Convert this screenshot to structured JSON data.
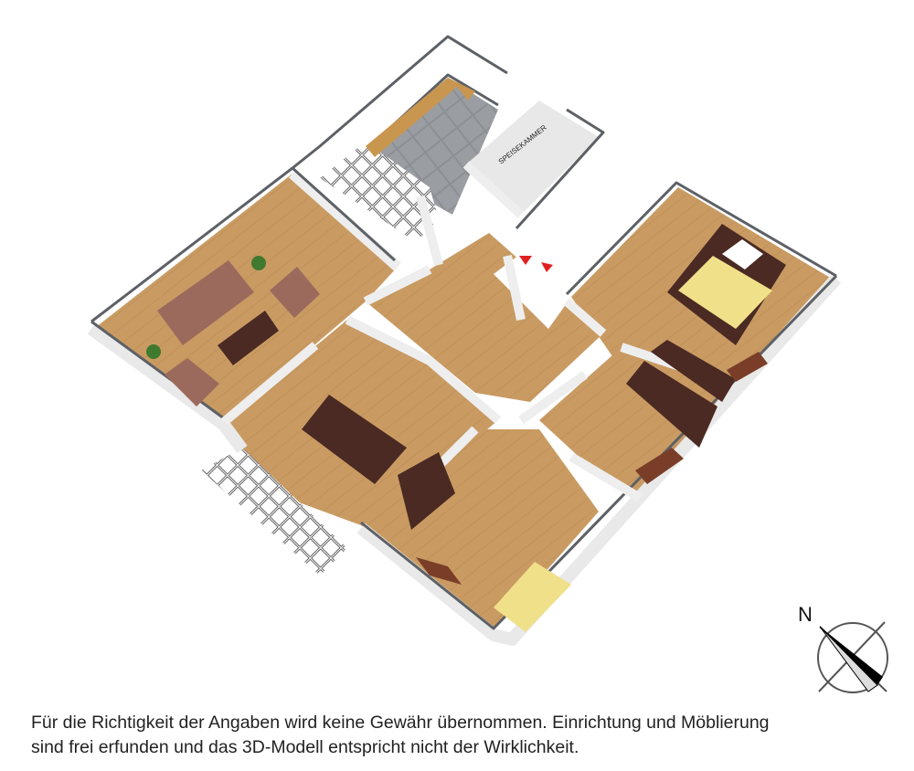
{
  "plan": {
    "room_labels": [
      "SPEISEKAMMER"
    ],
    "colors": {
      "wood": "#c89a62",
      "tile": "#8a8d90",
      "wall": "#f2f2f2",
      "wall_top": "#5d6166",
      "furniture_dark": "#4a2a22",
      "sofa": "#9c6a5c",
      "bed": "#f0e08a",
      "entry_arrow": "#e02020"
    }
  },
  "compass": {
    "label": "N"
  },
  "disclaimer": {
    "line1": "Für die Richtigkeit der Angaben wird keine Gewähr übernommen. Einrichtung und Möblierung",
    "line2": "sind frei erfunden und das 3D-Modell entspricht nicht der Wirklichkeit."
  }
}
